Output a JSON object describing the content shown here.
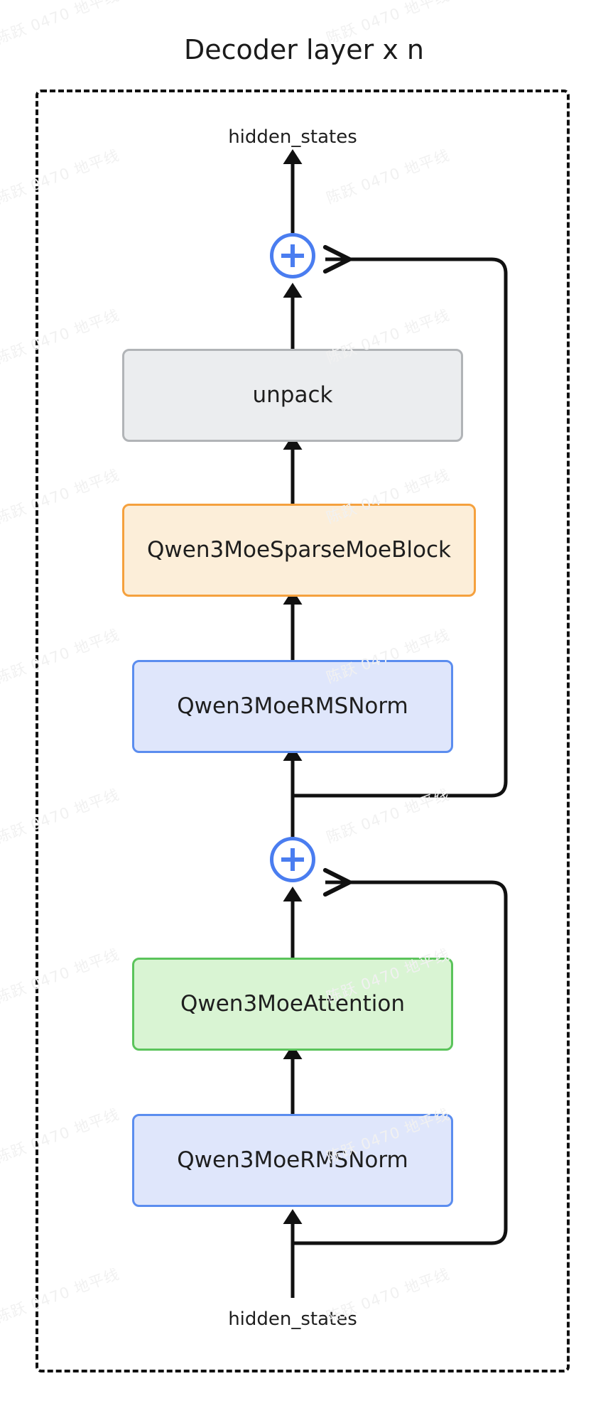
{
  "diagram": {
    "title": "Decoder layer x n",
    "container_label": "decoder-layer-cluster",
    "io": {
      "output_label": "hidden_states",
      "input_label": "hidden_states"
    },
    "nodes": [
      {
        "id": "add_top",
        "label": "+",
        "type": "add-operator",
        "color": "#4a7df0"
      },
      {
        "id": "unpack",
        "label": "unpack",
        "type": "box",
        "color": "#b1b4b7",
        "fill": "#ebedef"
      },
      {
        "id": "sparse_moe",
        "label": "Qwen3MoeSparseMoeBlock",
        "type": "box",
        "color": "#f5a13e",
        "fill": "#fceed9"
      },
      {
        "id": "rmsnorm_post",
        "label": "Qwen3MoeRMSNorm",
        "type": "box",
        "color": "#5b8def",
        "fill": "#dfe6fb"
      },
      {
        "id": "add_bottom",
        "label": "+",
        "type": "add-operator",
        "color": "#4a7df0"
      },
      {
        "id": "attention",
        "label": "Qwen3MoeAttention",
        "type": "box",
        "color": "#5bc45b",
        "fill": "#d9f4d3"
      },
      {
        "id": "rmsnorm_input",
        "label": "Qwen3MoeRMSNorm",
        "type": "box",
        "color": "#5b8def",
        "fill": "#dfe6fb"
      }
    ],
    "edges": [
      {
        "from": "add_top",
        "to": "hidden_states_out",
        "kind": "arrow"
      },
      {
        "from": "unpack",
        "to": "add_top",
        "kind": "arrow"
      },
      {
        "from": "sparse_moe",
        "to": "unpack",
        "kind": "arrow"
      },
      {
        "from": "rmsnorm_post",
        "to": "sparse_moe",
        "kind": "arrow"
      },
      {
        "from": "add_bottom",
        "to": "rmsnorm_post",
        "kind": "arrow"
      },
      {
        "from": "add_bottom",
        "to": "add_top",
        "kind": "residual-arrow"
      },
      {
        "from": "attention",
        "to": "add_bottom",
        "kind": "arrow"
      },
      {
        "from": "rmsnorm_input",
        "to": "attention",
        "kind": "arrow"
      },
      {
        "from": "hidden_states_in",
        "to": "rmsnorm_input",
        "kind": "arrow"
      },
      {
        "from": "hidden_states_in",
        "to": "add_bottom",
        "kind": "residual-arrow"
      }
    ],
    "watermark": {
      "text": "陈跃 0470 地平线",
      "color": "#f1f1f1",
      "rotation_deg": -20
    },
    "style": {
      "background": "#ffffff",
      "edge_color": "#111111",
      "text_color": "#1e1e1e",
      "cluster_border": "dashed #111111"
    }
  }
}
